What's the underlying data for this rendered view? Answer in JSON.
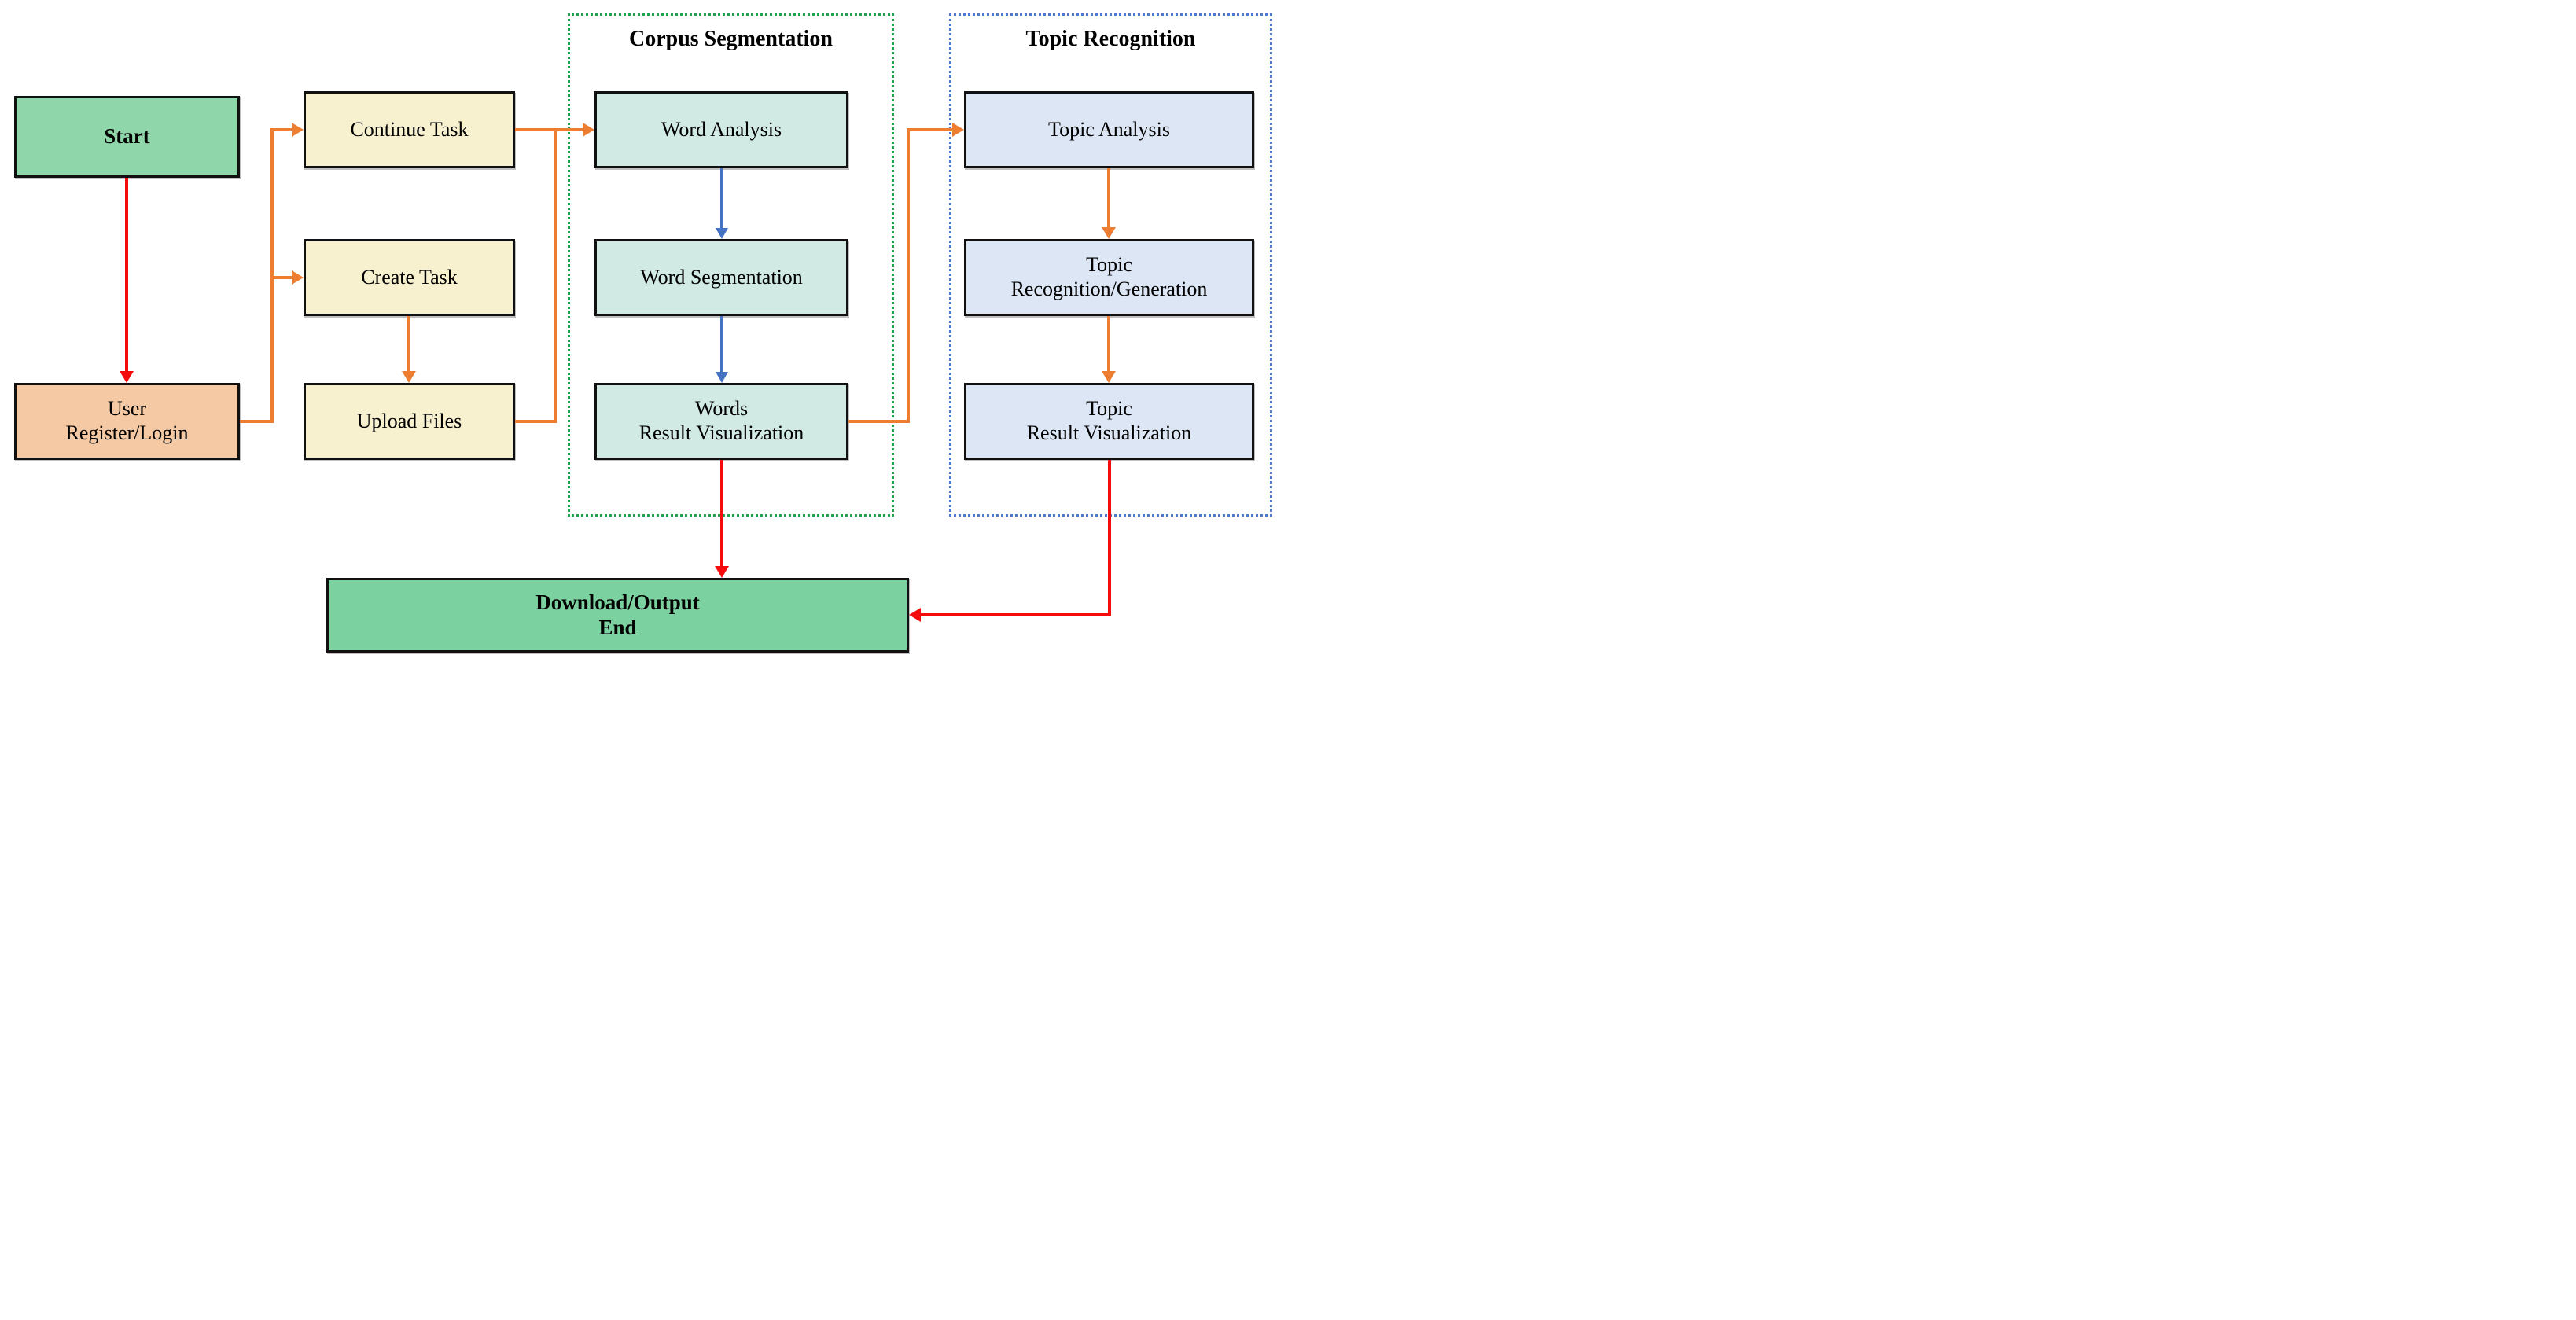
{
  "figure": {
    "type": "flowchart",
    "background": "#ffffff"
  },
  "groups": [
    {
      "id": "corpus-segmentation",
      "title": "Corpus Segmentation",
      "border_color": "#1fa34c",
      "border_style": "dotted"
    },
    {
      "id": "topic-recognition",
      "title": "Topic Recognition",
      "border_color": "#4a7bd0",
      "border_style": "dotted"
    }
  ],
  "nodes": {
    "start": {
      "label": "Start",
      "fill": "#8fd7aa"
    },
    "user_register_login": {
      "line1": "User",
      "line2": "Register/Login",
      "fill": "#f4c9a3"
    },
    "continue_task": {
      "label": "Continue Task",
      "fill": "#f8f1d0"
    },
    "create_task": {
      "label": "Create Task",
      "fill": "#f8f1d0"
    },
    "upload_files": {
      "label": "Upload Files",
      "fill": "#f8f1d0"
    },
    "word_analysis": {
      "label": "Word Analysis",
      "fill": "#d2eae4"
    },
    "word_segmentation": {
      "label": "Word Segmentation",
      "fill": "#d2eae4"
    },
    "words_result_visualization": {
      "line1": "Words",
      "line2": "Result Visualization",
      "fill": "#d2eae4"
    },
    "topic_analysis": {
      "label": "Topic Analysis",
      "fill": "#dde6f5"
    },
    "topic_recognition_generation": {
      "line1": "Topic",
      "line2": "Recognition/Generation",
      "fill": "#dde6f5"
    },
    "topic_result_visualization": {
      "line1": "Topic",
      "line2": "Result Visualization",
      "fill": "#dde6f5"
    },
    "download_output_end": {
      "line1": "Download/Output",
      "line2": "End",
      "fill": "#7bd1a0"
    }
  },
  "edges": {
    "colors": {
      "orange": "#ed7d31",
      "red": "#f40b0b",
      "blue": "#4472c4"
    },
    "connections": [
      {
        "from": "Start",
        "to": "User Register/Login",
        "color": "red"
      },
      {
        "from": "User Register/Login",
        "to": "Continue Task",
        "color": "orange"
      },
      {
        "from": "User Register/Login",
        "to": "Create Task",
        "color": "orange"
      },
      {
        "from": "Create Task",
        "to": "Upload Files",
        "color": "orange"
      },
      {
        "from": "Continue Task",
        "to": "Word Analysis",
        "color": "orange"
      },
      {
        "from": "Upload Files",
        "to": "Word Analysis",
        "color": "orange"
      },
      {
        "from": "Word Analysis",
        "to": "Word Segmentation",
        "color": "blue"
      },
      {
        "from": "Word Segmentation",
        "to": "Words Result Visualization",
        "color": "blue"
      },
      {
        "from": "Words Result Visualization",
        "to": "Topic Analysis",
        "color": "orange"
      },
      {
        "from": "Topic Analysis",
        "to": "Topic Recognition/Generation",
        "color": "orange"
      },
      {
        "from": "Topic Recognition/Generation",
        "to": "Topic Result Visualization",
        "color": "orange"
      },
      {
        "from": "Words Result Visualization",
        "to": "Download/Output End",
        "color": "red"
      },
      {
        "from": "Topic Result Visualization",
        "to": "Download/Output End",
        "color": "red"
      }
    ]
  }
}
